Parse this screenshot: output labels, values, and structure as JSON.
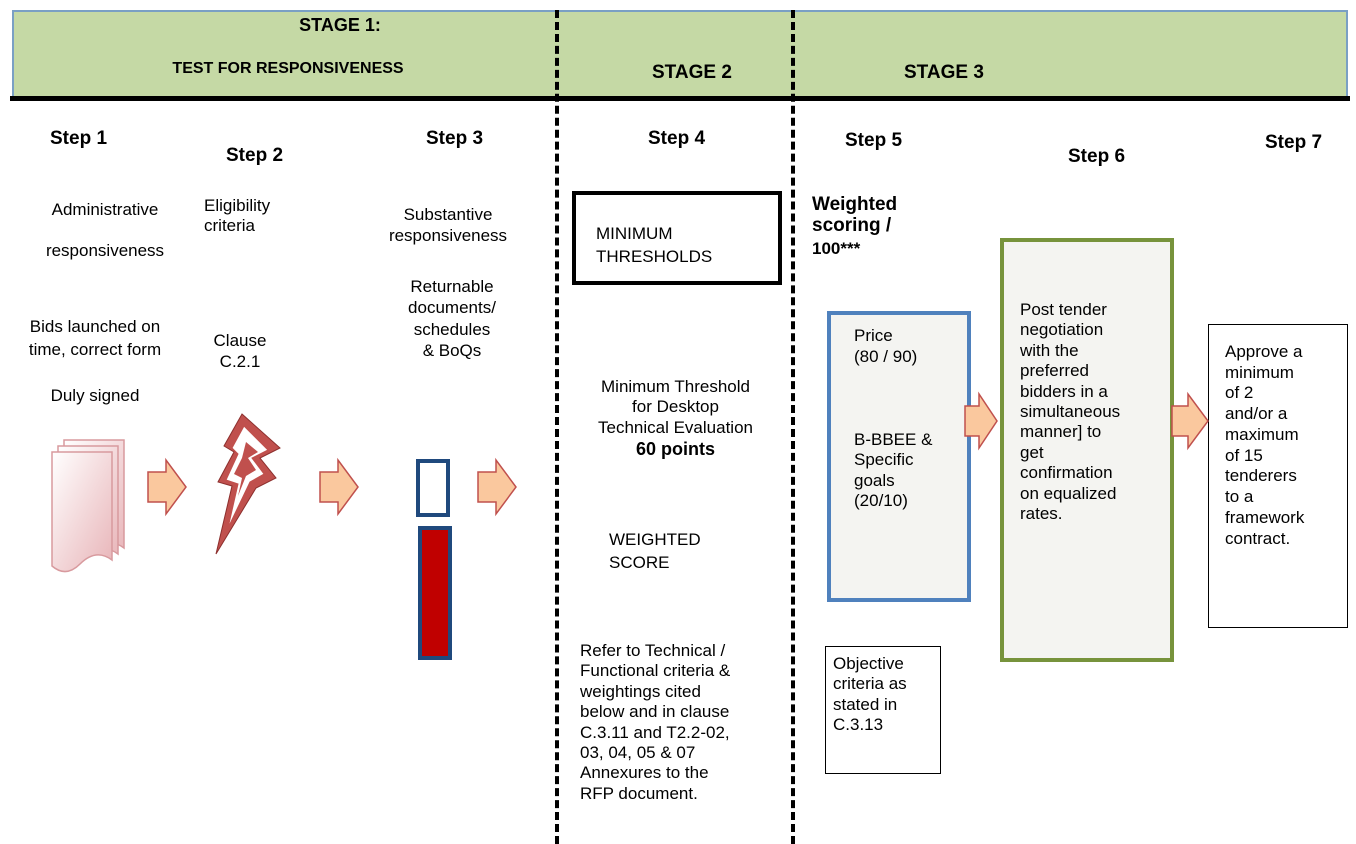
{
  "header": {
    "stage1_line1": "STAGE 1:",
    "stage1_line2": "TEST FOR RESPONSIVENESS",
    "stage2": "STAGE 2",
    "stage3": "STAGE 3"
  },
  "steps": {
    "s1": "Step 1",
    "s2": "Step 2",
    "s3": "Step 3",
    "s4": "Step 4",
    "s5": "Step 5",
    "s6": "Step 6",
    "s7": "Step 7"
  },
  "step1": {
    "title": "Administrative\n\nresponsiveness",
    "detail": "Bids launched on\ntime, correct form\n\nDuly signed"
  },
  "step2": {
    "title": "Eligibility\ncriteria",
    "detail": "Clause\nC.2.1"
  },
  "step3": {
    "title": "Substantive\nresponsiveness",
    "detail": "Returnable\ndocuments/\nschedules\n& BoQs"
  },
  "step4": {
    "box": "MINIMUM\nTHRESHOLDS",
    "threshold": "Minimum Threshold\nfor Desktop\nTechnical Evaluation",
    "points": "60 points",
    "weighted": "WEIGHTED\nSCORE",
    "refer": "Refer to Technical /\nFunctional criteria &\nweightings cited\nbelow and in clause\nC.3.11 and T2.2-02,\n03, 04, 05 & 07\nAnnexures to the\nRFP document."
  },
  "step5": {
    "title": "Weighted\nscoring /",
    "score": "100",
    "stars": "***",
    "price": "Price\n(80 / 90)",
    "bbbee": "B-BBEE &\nSpecific\ngoals\n(20/10)",
    "objective": "Objective\ncriteria as\nstated in\nC.3.13"
  },
  "step6": {
    "text": "Post tender\nnegotiation\nwith the\npreferred\nbidders in a\nsimultaneous\nmanner] to\nget\nconfirmation\non equalized\nrates."
  },
  "step7": {
    "text": "Approve a\nminimum\nof 2\nand/or a\nmaximum\nof 15\ntenderers\nto a\nframework\ncontract."
  },
  "colors": {
    "banner": "#c5d9a5",
    "arrow_fill": "#fac89e",
    "arrow_stroke": "#c0504d",
    "box_blue": "#4f81bd",
    "box_green": "#77933c",
    "bar_red": "#c00000",
    "bar_outline": "#1f497d"
  },
  "icons": [
    "documents-icon",
    "lightning-icon",
    "bar-gauge-icon",
    "right-arrow-icon"
  ]
}
